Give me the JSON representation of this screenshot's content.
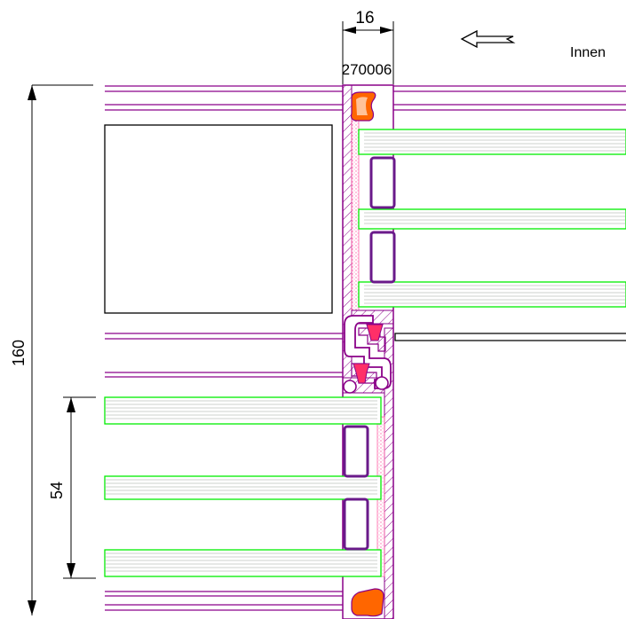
{
  "drawing": {
    "dimension_width": "16",
    "profile_code": "270006",
    "side_label": "Innen",
    "dimension_total_height": "160",
    "dimension_panel_thickness": "54",
    "arrow_icon": "hollow-left-arrow-icon"
  },
  "colors": {
    "line": "#000000",
    "profile": "#8a0088",
    "panel_line": "#8b008b",
    "panel_face": "#00ee00",
    "seal": "#ff6600",
    "gasket": "#ff2f68",
    "sealant": "#ff66aa",
    "background": "#ffffff"
  }
}
